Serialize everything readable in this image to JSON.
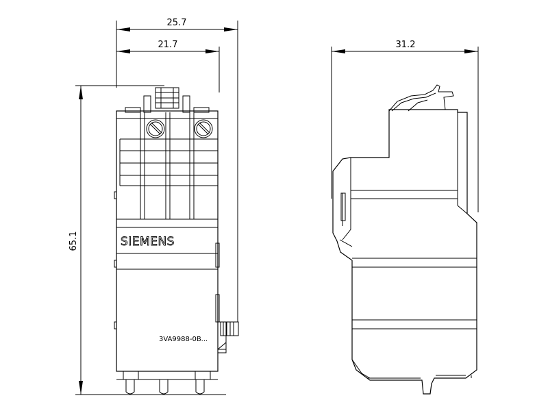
{
  "dimensions": {
    "front_width_outer": "25.7",
    "front_width_inner": "21.7",
    "front_height": "65.1",
    "side_width": "31.2"
  },
  "labels": {
    "brand": "SIEMENS",
    "part_number": "3VA9988-0B..."
  }
}
